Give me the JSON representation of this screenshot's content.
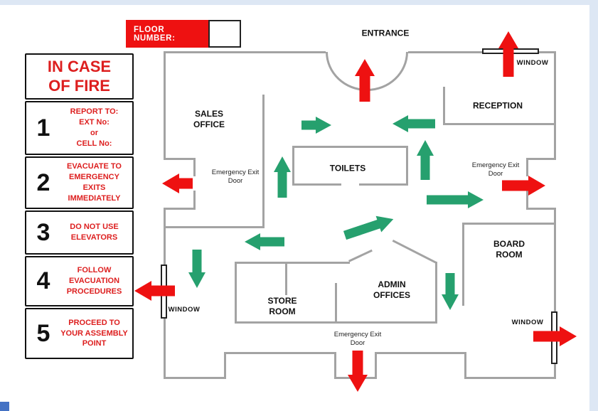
{
  "colors": {
    "arrow_red": "#EE1111",
    "arrow_green": "#26A06E",
    "wall_gray": "#A3A3A3",
    "text_red": "#DD1F1F",
    "accent_blue": "#4472C4",
    "page_edge": "#dde7f4"
  },
  "floor_number": {
    "label": "FLOOR NUMBER:",
    "value": ""
  },
  "plan": {
    "entrance": "ENTRANCE",
    "rooms": {
      "sales_office": [
        "SALES",
        "OFFICE"
      ],
      "reception": [
        "RECEPTION"
      ],
      "toilets": [
        "TOILETS"
      ],
      "board_room": [
        "BOARD",
        "ROOM"
      ],
      "admin_offices": [
        "ADMIN",
        "OFFICES"
      ],
      "store_room": [
        "STORE",
        "ROOM"
      ]
    },
    "door_labels": {
      "left": [
        "Emergency Exit",
        "Door"
      ],
      "right": [
        "Emergency Exit",
        "Door"
      ],
      "bottom": [
        "Emergency Exit",
        "Door"
      ]
    },
    "window_labels": {
      "top": "WINDOW",
      "left": "WINDOW",
      "bottom_right": "WINDOW"
    }
  },
  "sidebar": {
    "title": [
      "IN CASE",
      "OF FIRE"
    ],
    "steps": [
      {
        "number": "1",
        "lines": [
          "REPORT TO:",
          "EXT No:",
          "or",
          "CELL No:"
        ]
      },
      {
        "number": "2",
        "lines": [
          "EVACUATE TO",
          "EMERGENCY",
          "EXITS",
          "IMMEDIATELY"
        ]
      },
      {
        "number": "3",
        "lines": [
          "DO NOT USE",
          "ELEVATORS"
        ]
      },
      {
        "number": "4",
        "lines": [
          "FOLLOW",
          "EVACUATION",
          "PROCEDURES"
        ]
      },
      {
        "number": "5",
        "lines": [
          "PROCEED TO",
          "YOUR ASSEMBLY",
          "POINT"
        ]
      }
    ]
  }
}
